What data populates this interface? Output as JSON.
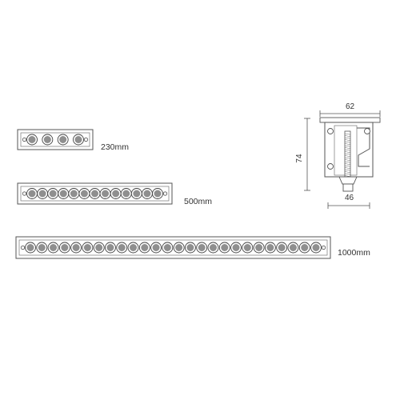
{
  "fixtures": [
    {
      "id": "small",
      "label": "230mm",
      "led_count": 4
    },
    {
      "id": "medium",
      "label": "500mm",
      "led_count": 13
    },
    {
      "id": "large",
      "label": "1000mm",
      "led_count": 26
    }
  ],
  "section_view": {
    "top_dimension": "62",
    "side_dimension": "74",
    "bottom_dimension": "46"
  },
  "colors": {
    "line": "#555555",
    "lens_fill": "#8f8f8f",
    "lens_ring": "#444444",
    "text": "#333333"
  }
}
